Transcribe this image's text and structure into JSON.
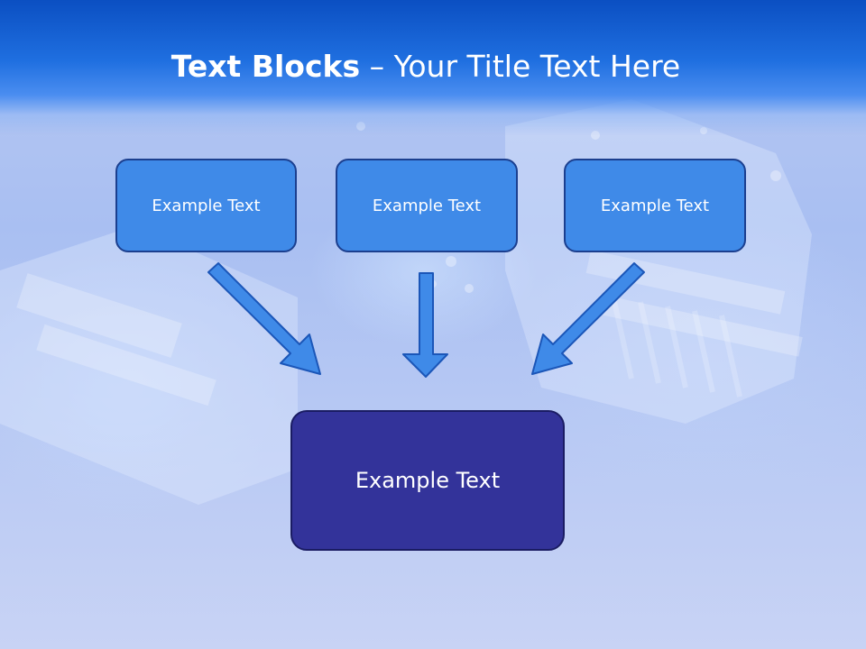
{
  "slide": {
    "title_bold": "Text Blocks",
    "title_rest": " – Your Title Text Here",
    "boxes": [
      {
        "label": "Example Text"
      },
      {
        "label": "Example Text"
      },
      {
        "label": "Example Text"
      }
    ],
    "main_box": {
      "label": "Example Text"
    }
  },
  "colors": {
    "title_bar": "#1f6fe0",
    "box_fill": "#3f8ae8",
    "main_box_fill": "#33339a",
    "arrow_fill": "#3f8ae8"
  },
  "icons": [
    "arrow-down-right-icon",
    "arrow-down-icon",
    "arrow-down-left-icon"
  ]
}
